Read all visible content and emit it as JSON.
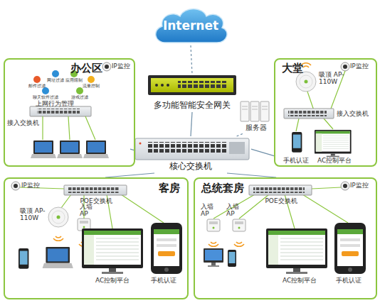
{
  "diagram": {
    "nodes": [
      {
        "text": [
          "Internet"
        ]
      },
      {
        "text": [
          "多功能智能安全网关"
        ]
      },
      {
        "text": [
          "服务器"
        ]
      },
      {
        "text": [
          "核心交换机"
        ]
      },
      {
        "text": [
          "办公区"
        ]
      },
      {
        "text": [
          "接入交换机"
        ],
        "in": 4
      },
      {
        "text": [
          "大堂"
        ]
      },
      {
        "text": [
          "接入交换机"
        ],
        "in": 6
      },
      {
        "text": [
          "客房"
        ]
      },
      {
        "text": [
          "POE交换机"
        ],
        "in": 8
      },
      {
        "text": [
          "总统套房"
        ]
      },
      {
        "text": [
          "POE交换机"
        ],
        "in": 10
      }
    ],
    "edges": [
      {
        "from": 0,
        "to": 1,
        "arrow": "none"
      },
      {
        "from": 1,
        "to": 3,
        "arrow": "none"
      },
      {
        "from": 3,
        "to": 2,
        "arrow": "none"
      },
      {
        "from": 3,
        "to": 4,
        "arrow": "none"
      },
      {
        "from": 3,
        "to": 6,
        "arrow": "none"
      },
      {
        "from": 3,
        "to": 8,
        "arrow": "none"
      },
      {
        "from": 3,
        "to": 10,
        "arrow": "none"
      }
    ],
    "labels": [
      "IP监控",
      "邮件过滤",
      "网址过滤",
      "应用限制",
      "流量控制",
      "聊天软件过滤",
      "游戏过滤",
      "上网行为管理",
      "IP监控",
      "吸顶 AP-110W",
      "手机认证",
      "AC控制平台",
      "IP监控",
      "吸顶 AP-110W",
      "入墙 AP",
      "AC控制平台",
      "手机认证",
      "IP监控",
      "入墙 AP",
      "入墙 AP",
      "AC控制平台",
      "手机认证"
    ]
  }
}
